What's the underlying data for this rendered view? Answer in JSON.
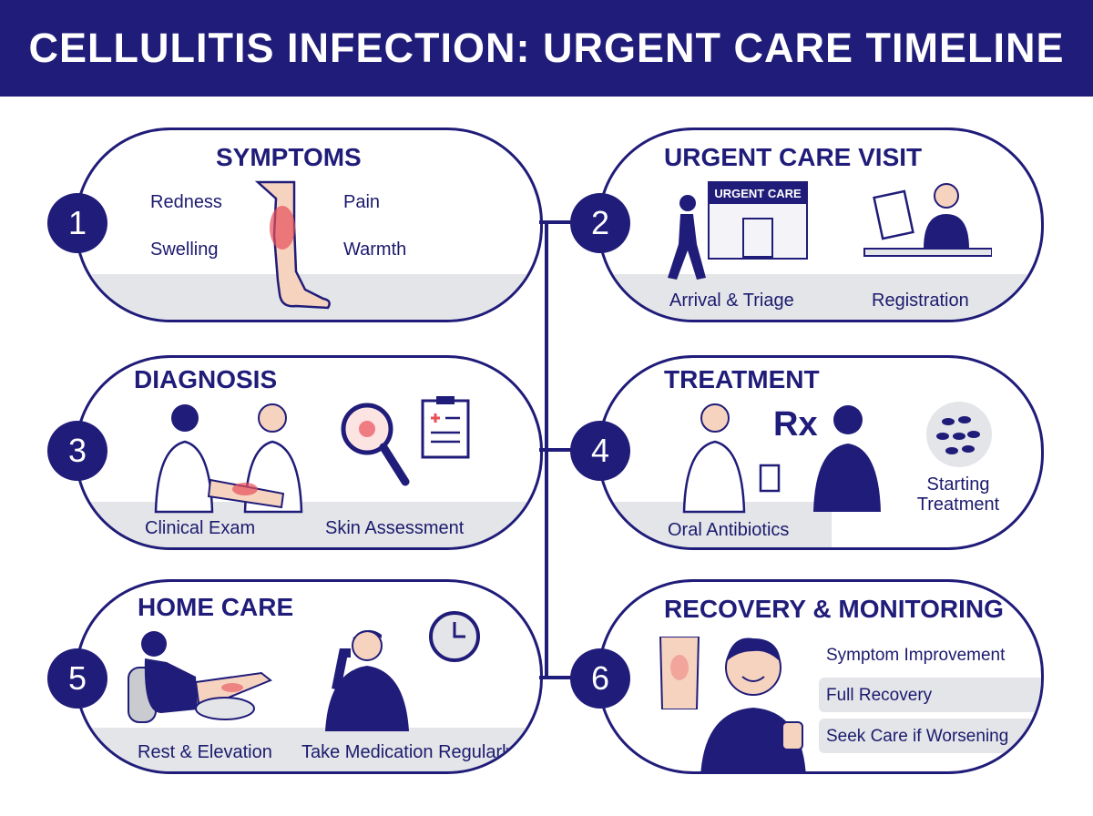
{
  "title": "CELLULITIS INFECTION: URGENT CARE TIMELINE",
  "colors": {
    "navy": "#201c79",
    "band": "#e3e5e8",
    "skin": "#f6d3bf",
    "inflammation": "#e8505a"
  },
  "steps": [
    {
      "number": "1",
      "title": "SYMPTOMS",
      "labels": [
        "Redness",
        "Pain",
        "Swelling",
        "Warmth"
      ]
    },
    {
      "number": "2",
      "title": "URGENT CARE VISIT",
      "sign": "URGENT CARE",
      "labels": [
        "Arrival & Triage",
        "Registration"
      ]
    },
    {
      "number": "3",
      "title": "DIAGNOSIS",
      "labels": [
        "Clinical Exam",
        "Skin Assessment"
      ]
    },
    {
      "number": "4",
      "title": "TREATMENT",
      "rx": "Rx",
      "labels": [
        "Oral Antibiotics",
        "Starting Treatment"
      ]
    },
    {
      "number": "5",
      "title": "HOME CARE",
      "labels": [
        "Rest & Elevation",
        "Take Medication Regularly"
      ]
    },
    {
      "number": "6",
      "title": "RECOVERY & MONITORING",
      "labels": [
        "Symptom Improvement",
        "Full Recovery",
        "Seek Care if Worsening"
      ]
    }
  ]
}
